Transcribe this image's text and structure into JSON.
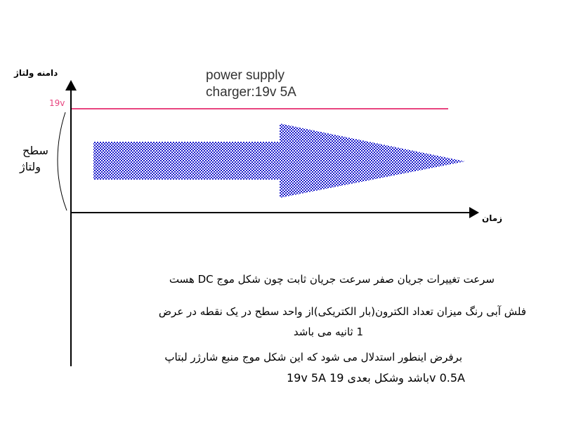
{
  "title": {
    "line1": "power supply",
    "line2": "charger:19v 5A"
  },
  "axes": {
    "y_label": "دامنه ولتاژ",
    "x_label": "زمان"
  },
  "level": {
    "label": "19v",
    "color": "#e8447f"
  },
  "side_label": {
    "line1": "سطح",
    "line2": "ولتاژ"
  },
  "arrow": {
    "color": "#1a1acc"
  },
  "notes": {
    "line1": "سرعت تغییرات جریان صفر سرعت جریان ثابت چون شکل موج DC هست",
    "line2": "فلش آبی رنگ میزان تعداد الکترون(بار الکتریکی)از واحد سطح در یک نقطه در عرض",
    "line3": "1 ثانیه می باشد",
    "line4": "برفرض اینطور استدلال می شود که این شکل موج منبع شارژر لبتاپ",
    "line5": "19v 5A باشد وشکل بعدی 19v 0.5A"
  }
}
